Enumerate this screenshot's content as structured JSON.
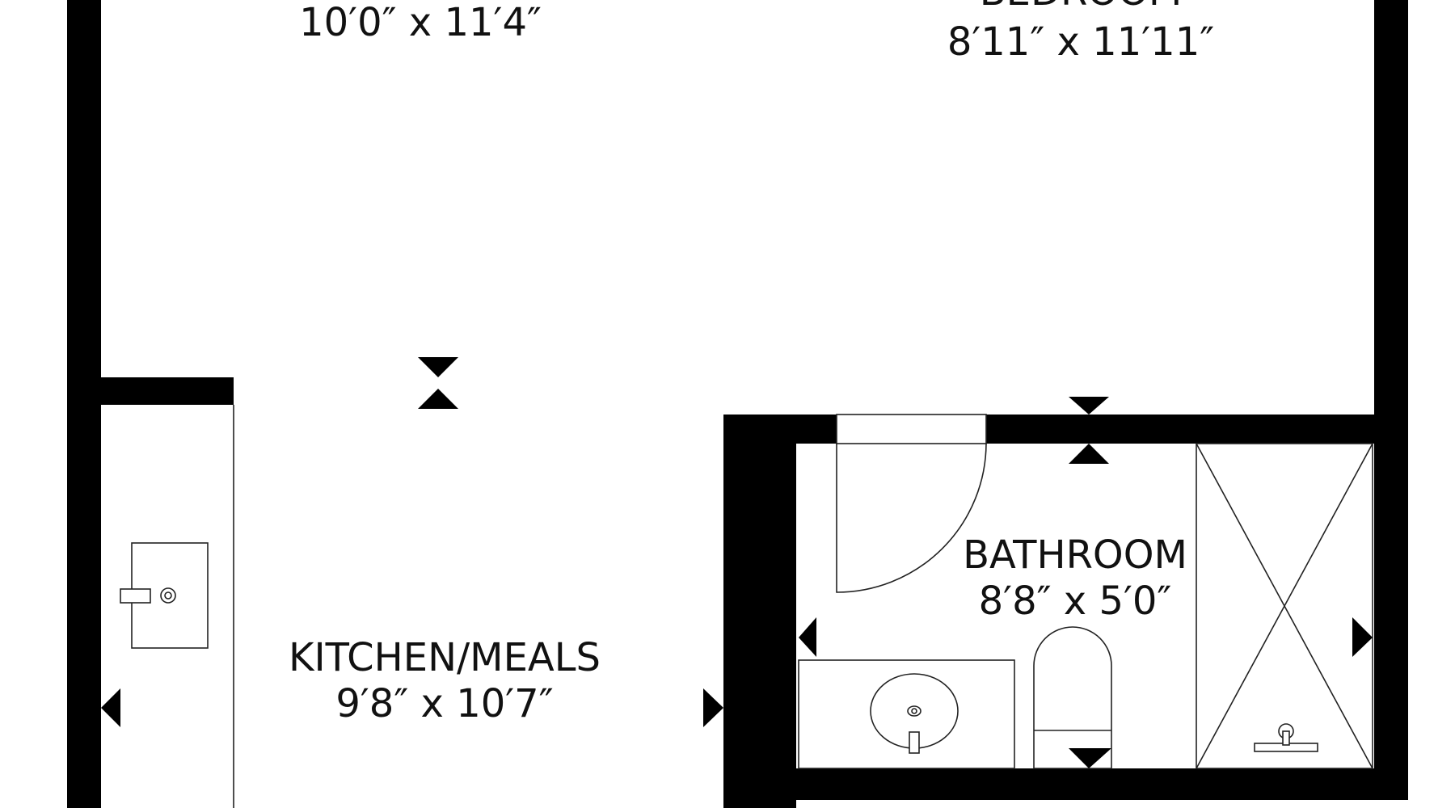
{
  "rooms": {
    "top_left": {
      "name": "",
      "dims": "10′0″ x 11′4″"
    },
    "bedroom": {
      "name": "BEDROOM",
      "dims": "8′11″ x 11′11″"
    },
    "bathroom": {
      "name": "BATHROOM",
      "dims": "8′8″ x 5′0″"
    },
    "kitchen": {
      "name": "KITCHEN/MEALS",
      "dims": "9′8″ x 10′7″"
    }
  },
  "colors": {
    "wall": "#000000",
    "line": "#222222",
    "text": "#111111",
    "background": "#ffffff"
  }
}
